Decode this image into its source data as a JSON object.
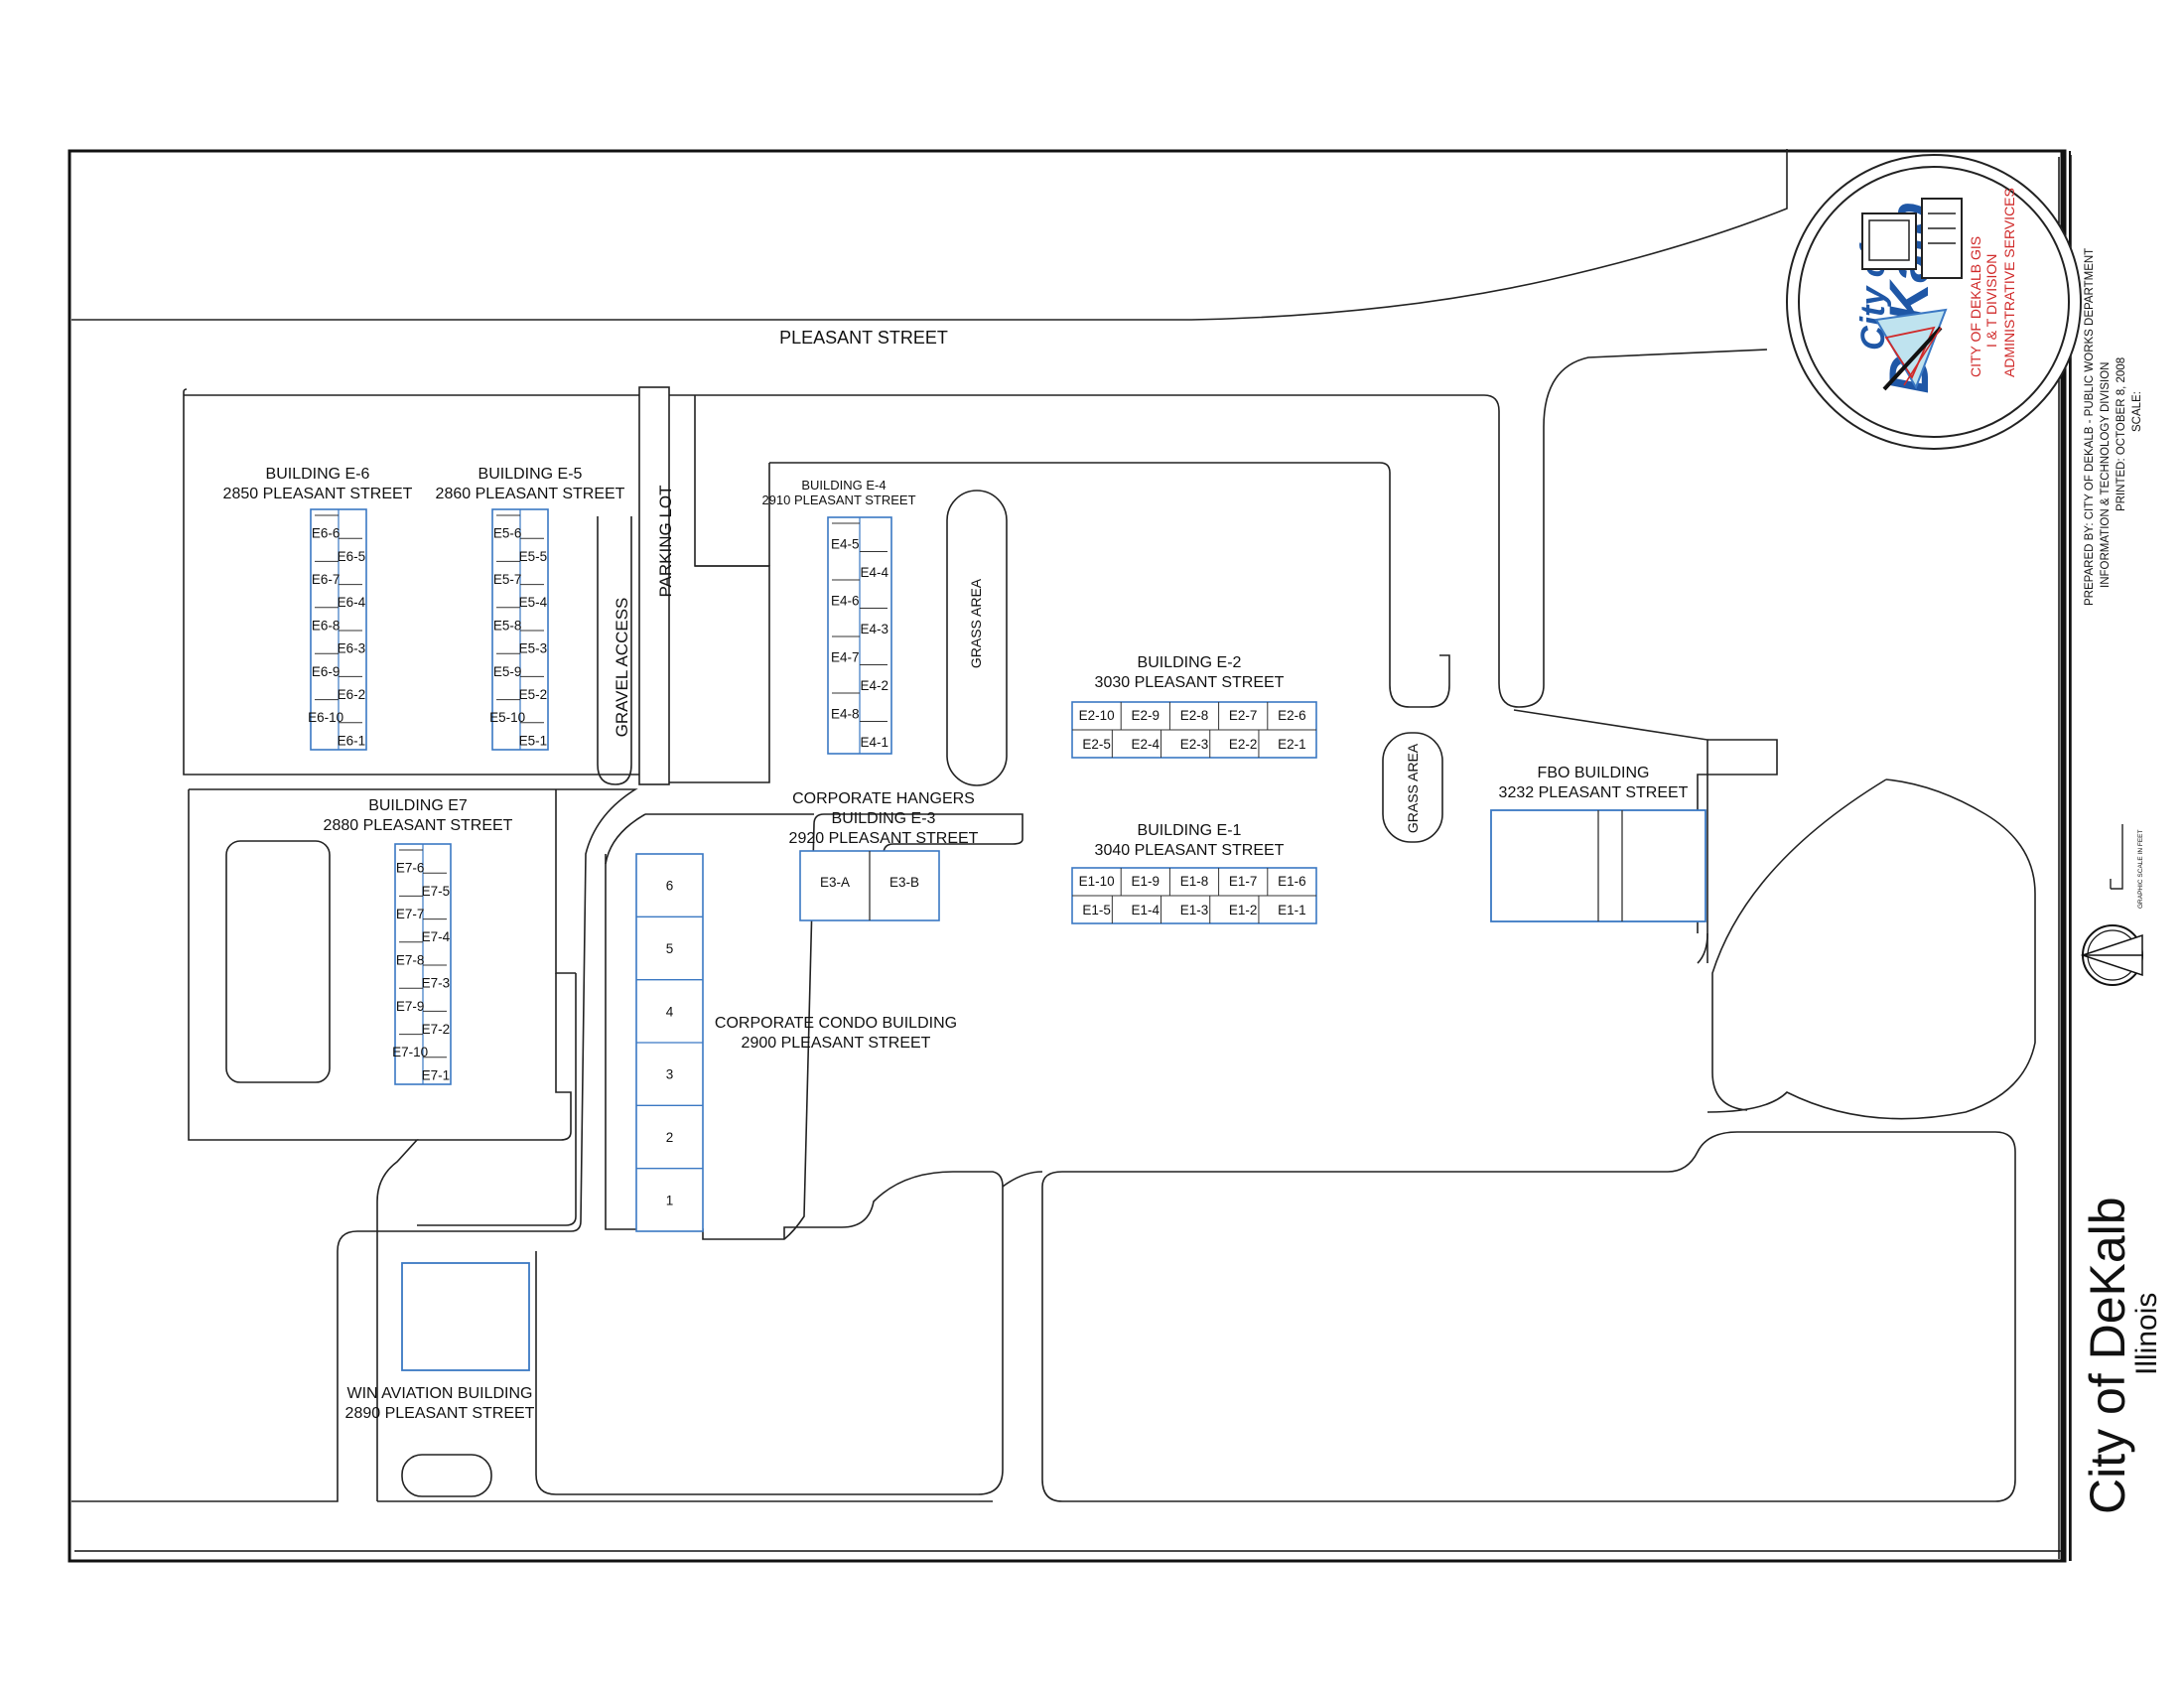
{
  "street": "PLEASANT  STREET",
  "buildings": {
    "e6": {
      "name": "BUILDING E-6",
      "address": "2850 PLEASANT STREET",
      "units": [
        "E6-6",
        "E6-5",
        "E6-7",
        "E6-4",
        "E6-8",
        "E6-3",
        "E6-9",
        "E6-2",
        "E6-10",
        "E6-1"
      ]
    },
    "e5": {
      "name": "BUILDING E-5",
      "address": "2860 PLEASANT STREET",
      "units": [
        "E5-6",
        "E5-5",
        "E5-7",
        "E5-4",
        "E5-8",
        "E5-3",
        "E5-9",
        "E5-2",
        "E5-10",
        "E5-1"
      ]
    },
    "e4": {
      "name": "BUILDING  E-4",
      "address": "2910  PLEASANT  STREET",
      "units": [
        "E4-5",
        "E4-4",
        "E4-6",
        "E4-3",
        "E4-7",
        "E4-2",
        "E4-8",
        "E4-1"
      ]
    },
    "e7": {
      "name": "BUILDING E7",
      "address": "2880 PLEASANT STREET",
      "units": [
        "E7-6",
        "E7-5",
        "E7-7",
        "E7-4",
        "E7-8",
        "E7-3",
        "E7-9",
        "E7-2",
        "E7-10",
        "E7-1"
      ]
    },
    "e2": {
      "name": "BUILDING E-2",
      "address": "3030 PLEASANT STREET",
      "top_units": [
        "E2-10",
        "E2-9",
        "E2-8",
        "E2-7",
        "E2-6"
      ],
      "bottom_units": [
        "E2-5",
        "E2-4",
        "E2-3",
        "E2-2",
        "E2-1"
      ]
    },
    "e1": {
      "name": "BUILDING E-1",
      "address": "3040 PLEASANT STREET",
      "top_units": [
        "E1-10",
        "E1-9",
        "E1-8",
        "E1-7",
        "E1-6"
      ],
      "bottom_units": [
        "E1-5",
        "E1-4",
        "E1-3",
        "E1-2",
        "E1-1"
      ]
    },
    "e3": {
      "name_line1": "CORPORATE HANGERS",
      "name_line2": "BUILDING E-3",
      "address": "2920 PLEASANT STREET",
      "units": [
        "E3-A",
        "E3-B"
      ]
    },
    "condo": {
      "name": "CORPORATE CONDO BUILDING",
      "address": "2900 PLEASANT STREET",
      "units": [
        "6",
        "5",
        "4",
        "3",
        "2",
        "1"
      ]
    },
    "fbo": {
      "name": "FBO BUILDING",
      "address": "3232 PLEASANT STREET"
    },
    "win": {
      "name": "WIN AVIATION BUILDING",
      "address": "2890 PLEASANT STREET"
    }
  },
  "areas": {
    "parking_lot": "PARKING LOT",
    "gravel_access": "GRAVEL ACCESS",
    "grass_area_1": "GRASS AREA",
    "grass_area_2": "GRASS AREA"
  },
  "title_block": {
    "city": "City of DeKalb",
    "state": "Illinois",
    "prepared_by": "PREPARED  BY:  CITY  OF  DEKALB  -  PUBLIC  WORKS  DEPARTMENT",
    "division": "INFORMATION  &  TECHNOLOGY  DIVISION",
    "printed": "PRINTED:  OCTOBER  8, 2008",
    "scale": "SCALE:",
    "graphic_scale": "GRAPHIC SCALE IN FEET"
  },
  "seal": {
    "top_text": "City of",
    "main_text": "DeKalb",
    "line1": "CITY  OF  DEKALB  GIS",
    "line2": "I  &  T  DIVISION",
    "line3": "ADMINISTRATIVE  SERVICES",
    "accent_color": "#1f57a6",
    "red_color": "#d02a2a"
  }
}
